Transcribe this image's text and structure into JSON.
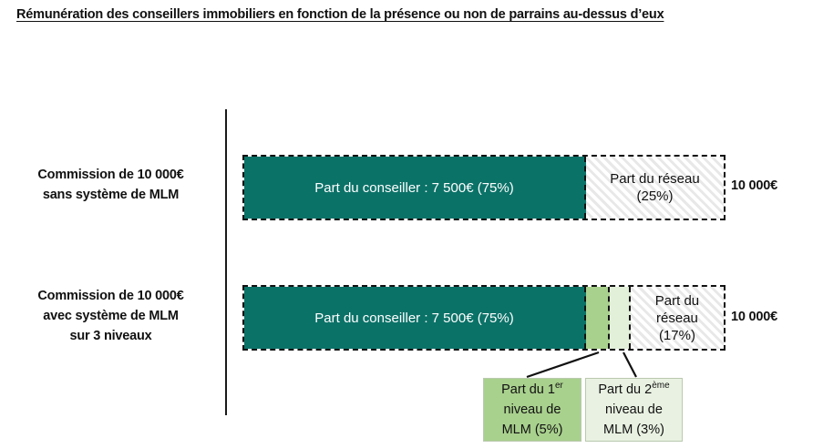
{
  "title": "Rémunération des conseillers immobiliers en fonction de la présence ou non de parrains au-dessus d’eux",
  "rows": [
    {
      "label_line1": "Commission de 10 000€",
      "label_line2": "sans système de MLM",
      "total": "10 000€"
    },
    {
      "label_line1": "Commission de 10 000€",
      "label_line2": "avec système de MLM",
      "label_line3": "sur 3 niveaux",
      "total": "10 000€"
    }
  ],
  "bar1": {
    "advisor_label": "Part du conseiller : 7 500€ (75%)",
    "network_label_line1": "Part du réseau",
    "network_label_line2": "(25%)"
  },
  "bar2": {
    "advisor_label": "Part du conseiller : 7 500€ (75%)",
    "network_label_line1": "Part du",
    "network_label_line2": "réseau",
    "network_label_line3": "(17%)"
  },
  "callouts": [
    {
      "line1_prefix": "Part du 1",
      "line1_sup": "er",
      "line2": "niveau de",
      "line3": "MLM (5%)"
    },
    {
      "line1_prefix": "Part du 2",
      "line1_sup": "ème",
      "line2": "niveau de",
      "line3": "MLM (3%)"
    }
  ],
  "chart_data": {
    "type": "bar",
    "orientation": "horizontal",
    "stacked": true,
    "title": "Rémunération des conseillers immobiliers en fonction de la présence ou non de parrains au-dessus d’eux",
    "xlabel": "",
    "ylabel": "",
    "categories": [
      "Commission de 10 000€ sans système de MLM",
      "Commission de 10 000€ avec système de MLM sur 3 niveaux"
    ],
    "total_per_category": [
      10000,
      10000
    ],
    "unit": "€",
    "series": [
      {
        "name": "Part du conseiller",
        "values": [
          75,
          75
        ],
        "amounts": [
          7500,
          7500
        ],
        "color": "#0b7268"
      },
      {
        "name": "Part du 1er niveau de MLM",
        "values": [
          0,
          5
        ],
        "amounts": [
          0,
          500
        ],
        "color": "#a9d18e"
      },
      {
        "name": "Part du 2ème niveau de MLM",
        "values": [
          0,
          3
        ],
        "amounts": [
          0,
          300
        ],
        "color": "#e2efd9"
      },
      {
        "name": "Part du réseau",
        "values": [
          25,
          17
        ],
        "amounts": [
          2500,
          1700
        ],
        "color": "#ffffff",
        "pattern": "diagonal-hatch"
      }
    ],
    "xlim": [
      0,
      100
    ],
    "grid": false,
    "legend": "none"
  },
  "colors": {
    "teal": "#0b7268",
    "green_level1": "#a9d18e",
    "green_level2": "#e2efd9",
    "hatch_bg": "#ffffff",
    "hatch_line": "#e8e8e8",
    "outline": "#111111"
  }
}
